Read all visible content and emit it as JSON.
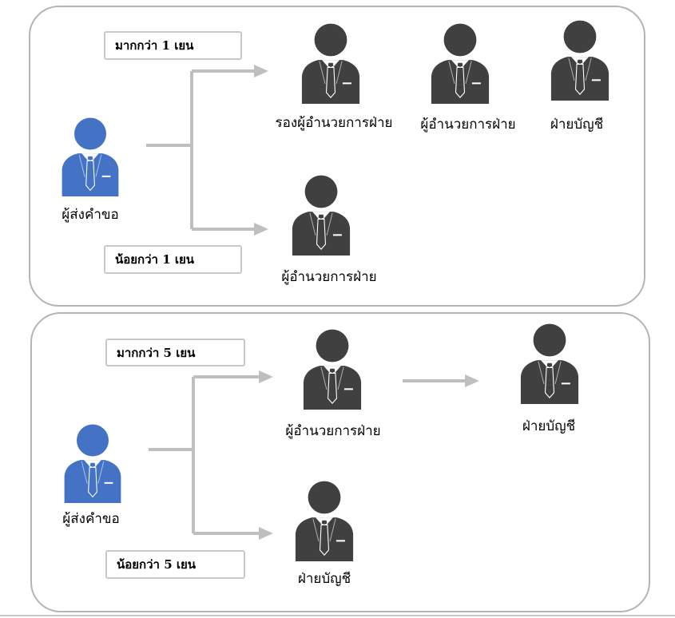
{
  "colors": {
    "requester": "#4472c4",
    "approver": "#404040",
    "connector": "#bfbfbf",
    "panel_border": "#b4b4b4"
  },
  "icons": {
    "requester": "person-business-icon",
    "approver": "person-business-icon"
  },
  "flow1": {
    "requester": "ผู้ส่งคำขอ",
    "cond_over": "มากกว่า 1 เยน",
    "cond_under": "น้อยกว่า 1 เยน",
    "over_approvers": [
      "รองผู้อำนวยการฝ่าย",
      "ผู้อำนวยการฝ่าย",
      "ฝ่ายบัญชี"
    ],
    "under_approver": "ผู้อำนวยการฝ่าย"
  },
  "flow2": {
    "requester": "ผู้ส่งคำขอ",
    "cond_over": "มากกว่า 5 เยน",
    "cond_under": "น้อยกว่า 5 เยน",
    "over_approver": "ผู้อำนวยการฝ่าย",
    "over_next": "ฝ่ายบัญชี",
    "under_approver": "ฝ่ายบัญชี"
  }
}
